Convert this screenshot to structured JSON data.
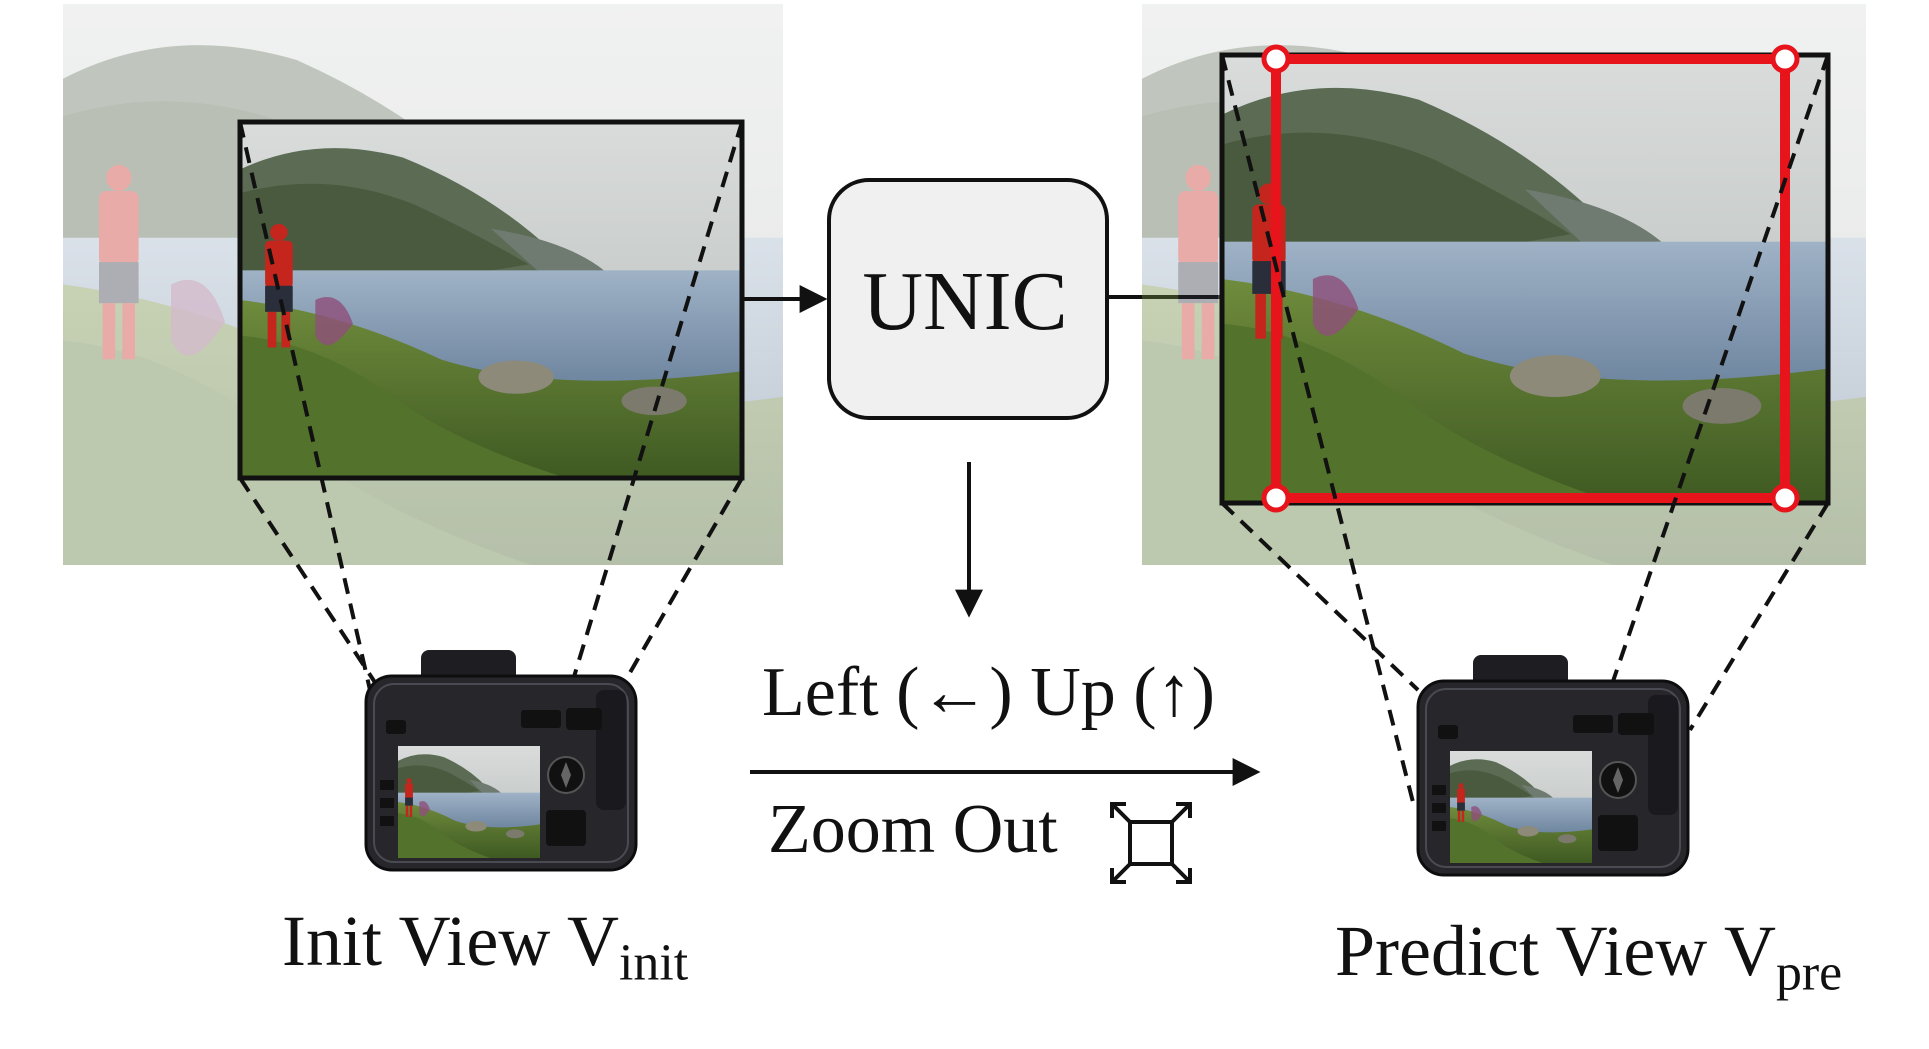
{
  "model": {
    "name": "UNIC"
  },
  "action": {
    "direction_text": "Left (←) Up (↑)",
    "zoom_text": "Zoom Out",
    "zoom_icon": "expand-corners-icon"
  },
  "init_view": {
    "label": "Init View V",
    "subscript": "init",
    "icon": "camera-icon"
  },
  "predict_view": {
    "label": "Predict View V",
    "subscript": "pre",
    "icon": "camera-icon"
  },
  "colors": {
    "prediction_frame": "#e8141b",
    "arrow": "#111111",
    "box_fill": "#f0f0f0",
    "sky": "#cfd3d2",
    "mountain": "#4f5d4a",
    "lake": "#8fa3b9",
    "grass": "#5d7a34",
    "person_shirt": "#c4261e"
  }
}
